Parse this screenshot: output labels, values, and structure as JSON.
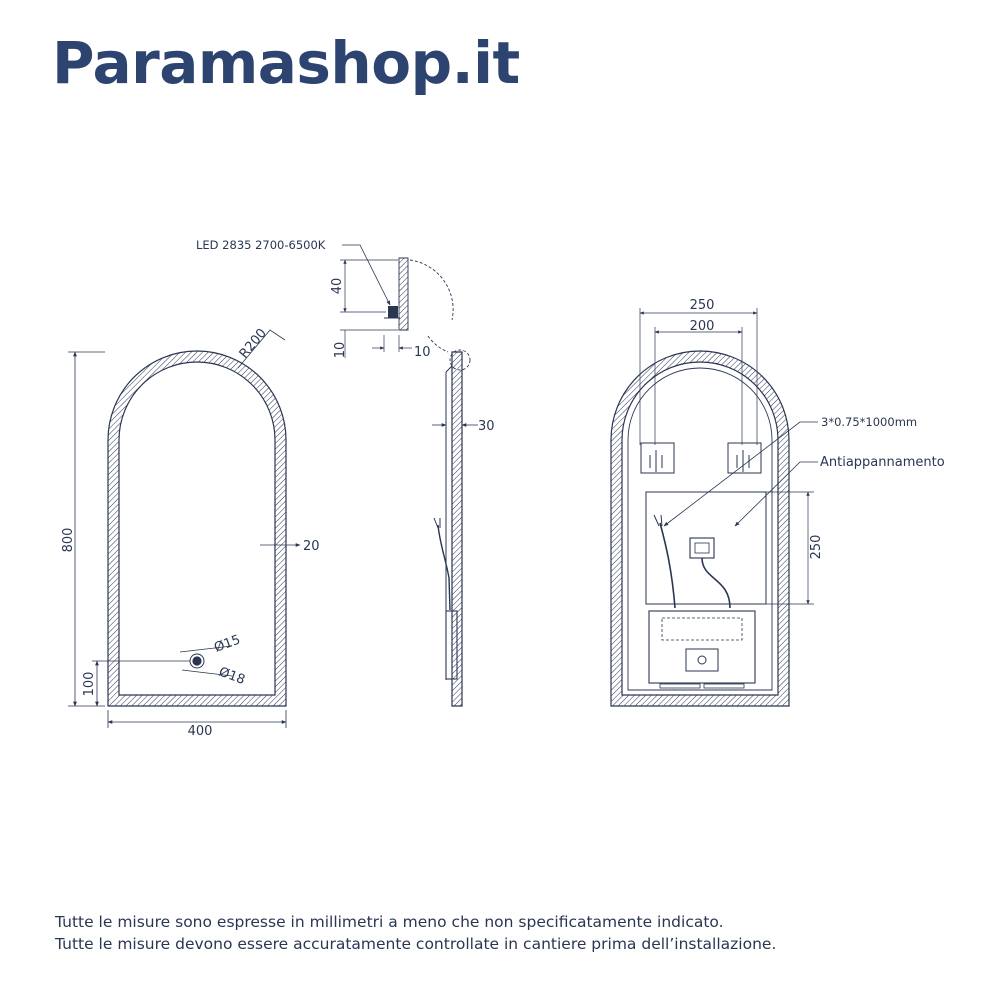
{
  "header": {
    "brand": "Paramashop.it"
  },
  "front_view": {
    "radius_label": "R200",
    "height_label": "800",
    "width_label": "400",
    "frame_label": "20",
    "button_offset_label": "100",
    "hole_inner_label": "Ø15",
    "hole_outer_label": "Ø18"
  },
  "side_view": {
    "led_label": "LED 2835 2700-6500K",
    "detail_height_label": "40",
    "detail_bottom_label": "10",
    "detail_width_label": "10",
    "depth_label": "30"
  },
  "rear_view": {
    "outer_spacing_label": "250",
    "inner_spacing_label": "200",
    "cable_label": "3*0.75*1000mm",
    "antifog_label": "Antiappannamento",
    "antifog_height_label": "250"
  },
  "footer": {
    "note_1": "Tutte le misure sono espresse in millimetri a meno che non specificatamente indicato.",
    "note_2": "Tutte le misure devono essere accuratamente controllate in cantiere prima dell’installazione."
  }
}
